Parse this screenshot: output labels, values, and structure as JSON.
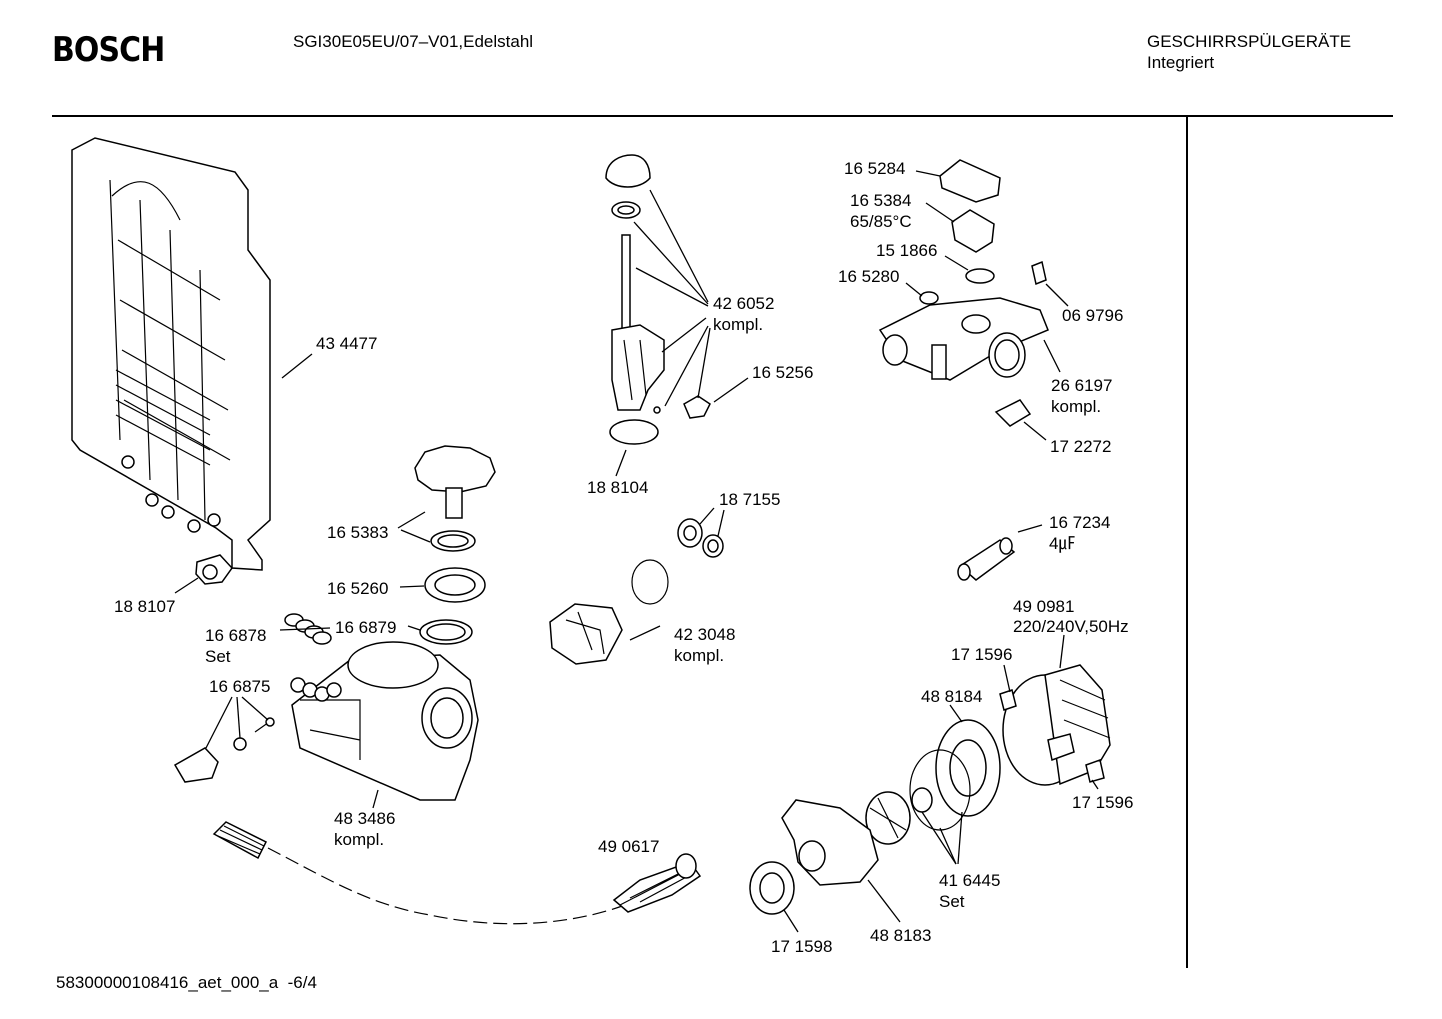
{
  "header": {
    "brand": "BOSCH",
    "model": "SGI30E05EU/07–V01,Edelstahl",
    "category": "GESCHIRRSPÜLGERÄTE",
    "subcategory": "Integriert"
  },
  "parts": [
    {
      "id": "p434477",
      "number": "43 4477"
    },
    {
      "id": "p188107",
      "number": "18 8107"
    },
    {
      "id": "p165383",
      "number": "16 5383"
    },
    {
      "id": "p165260",
      "number": "16 5260"
    },
    {
      "id": "p166878",
      "number": "16 6878",
      "note": "Set"
    },
    {
      "id": "p166879",
      "number": "16 6879"
    },
    {
      "id": "p166875",
      "number": "16 6875"
    },
    {
      "id": "p483486",
      "number": "48 3486",
      "note": "kompl."
    },
    {
      "id": "p426052",
      "number": "42 6052",
      "note": "kompl."
    },
    {
      "id": "p165256",
      "number": "16 5256"
    },
    {
      "id": "p188104",
      "number": "18 8104"
    },
    {
      "id": "p187155",
      "number": "18 7155"
    },
    {
      "id": "p423048",
      "number": "42 3048",
      "note": "kompl."
    },
    {
      "id": "p490617",
      "number": "49 0617"
    },
    {
      "id": "p165284",
      "number": "16 5284"
    },
    {
      "id": "p165384",
      "number": "16 5384",
      "note": "65/85°C"
    },
    {
      "id": "p151866",
      "number": "15 1866"
    },
    {
      "id": "p165280",
      "number": "16 5280"
    },
    {
      "id": "p069796",
      "number": "06 9796"
    },
    {
      "id": "p266197",
      "number": "26 6197",
      "note": "kompl."
    },
    {
      "id": "p172272",
      "number": "17 2272"
    },
    {
      "id": "p167234",
      "number": "16 7234",
      "note": "4㎌"
    },
    {
      "id": "p490981",
      "number": "49 0981",
      "note": "220/240V,50Hz"
    },
    {
      "id": "p171596a",
      "number": "17 1596"
    },
    {
      "id": "p488184",
      "number": "48 8184"
    },
    {
      "id": "p171596b",
      "number": "17 1596"
    },
    {
      "id": "p416445",
      "number": "41 6445",
      "note": "Set"
    },
    {
      "id": "p488183",
      "number": "48 8183"
    },
    {
      "id": "p171598",
      "number": "17 1598"
    }
  ],
  "footer": {
    "document_id": "58300000108416_aet_000_a",
    "page": "-6/4"
  }
}
